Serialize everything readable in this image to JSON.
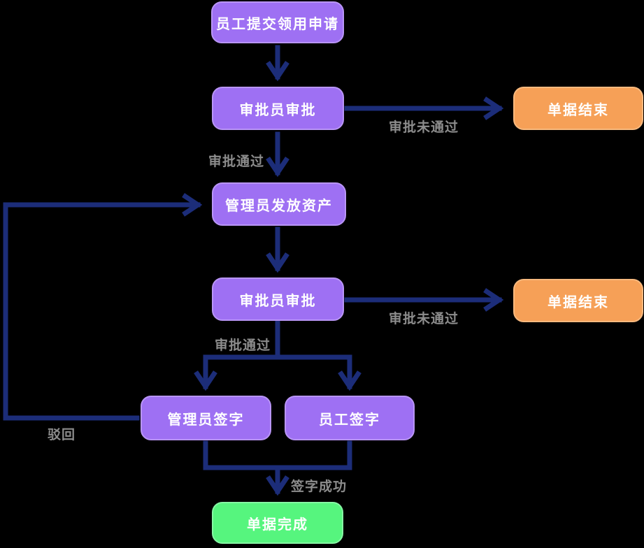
{
  "diagram": {
    "type": "flowchart",
    "title": "asset-requisition-approval-flow",
    "background": "#000000",
    "colors": {
      "process_node": "#9e70f3",
      "terminal_end_node": "#f6a057",
      "terminal_success_node": "#56f57e",
      "arrow": "#1c2d79",
      "edge_label_text": "#8c8c8c",
      "node_text": "#ffffff"
    },
    "nodes": [
      {
        "id": "submit-application",
        "label": "员工提交领用申请",
        "kind": "process",
        "color": "purple"
      },
      {
        "id": "approver-review-1",
        "label": "审批员审批",
        "kind": "process",
        "color": "purple"
      },
      {
        "id": "doc-end-1",
        "label": "单据结束",
        "kind": "terminal",
        "color": "orange"
      },
      {
        "id": "admin-issue-asset",
        "label": "管理员发放资产",
        "kind": "process",
        "color": "purple"
      },
      {
        "id": "approver-review-2",
        "label": "审批员审批",
        "kind": "process",
        "color": "purple"
      },
      {
        "id": "doc-end-2",
        "label": "单据结束",
        "kind": "terminal",
        "color": "orange"
      },
      {
        "id": "admin-sign",
        "label": "管理员签字",
        "kind": "process",
        "color": "purple"
      },
      {
        "id": "employee-sign",
        "label": "员工签字",
        "kind": "process",
        "color": "purple"
      },
      {
        "id": "doc-complete",
        "label": "单据完成",
        "kind": "terminal",
        "color": "green"
      }
    ],
    "edge_labels": [
      {
        "id": "fail-1",
        "text": "审批未通过"
      },
      {
        "id": "pass-1",
        "text": "审批通过"
      },
      {
        "id": "fail-2",
        "text": "审批未通过"
      },
      {
        "id": "pass-2",
        "text": "审批通过"
      },
      {
        "id": "reject",
        "text": "驳回"
      },
      {
        "id": "sign-success",
        "text": "签字成功"
      }
    ],
    "edges": [
      {
        "from": "submit-application",
        "to": "approver-review-1",
        "label": ""
      },
      {
        "from": "approver-review-1",
        "to": "doc-end-1",
        "label": "审批未通过"
      },
      {
        "from": "approver-review-1",
        "to": "admin-issue-asset",
        "label": "审批通过"
      },
      {
        "from": "admin-issue-asset",
        "to": "approver-review-2",
        "label": ""
      },
      {
        "from": "approver-review-2",
        "to": "doc-end-2",
        "label": "审批未通过"
      },
      {
        "from": "approver-review-2",
        "to": "admin-sign",
        "label": "审批通过"
      },
      {
        "from": "approver-review-2",
        "to": "employee-sign",
        "label": "审批通过"
      },
      {
        "from": "admin-sign",
        "to": "admin-issue-asset",
        "label": "驳回"
      },
      {
        "from": "admin-sign",
        "to": "doc-complete",
        "label": "签字成功"
      },
      {
        "from": "employee-sign",
        "to": "doc-complete",
        "label": "签字成功"
      }
    ]
  }
}
